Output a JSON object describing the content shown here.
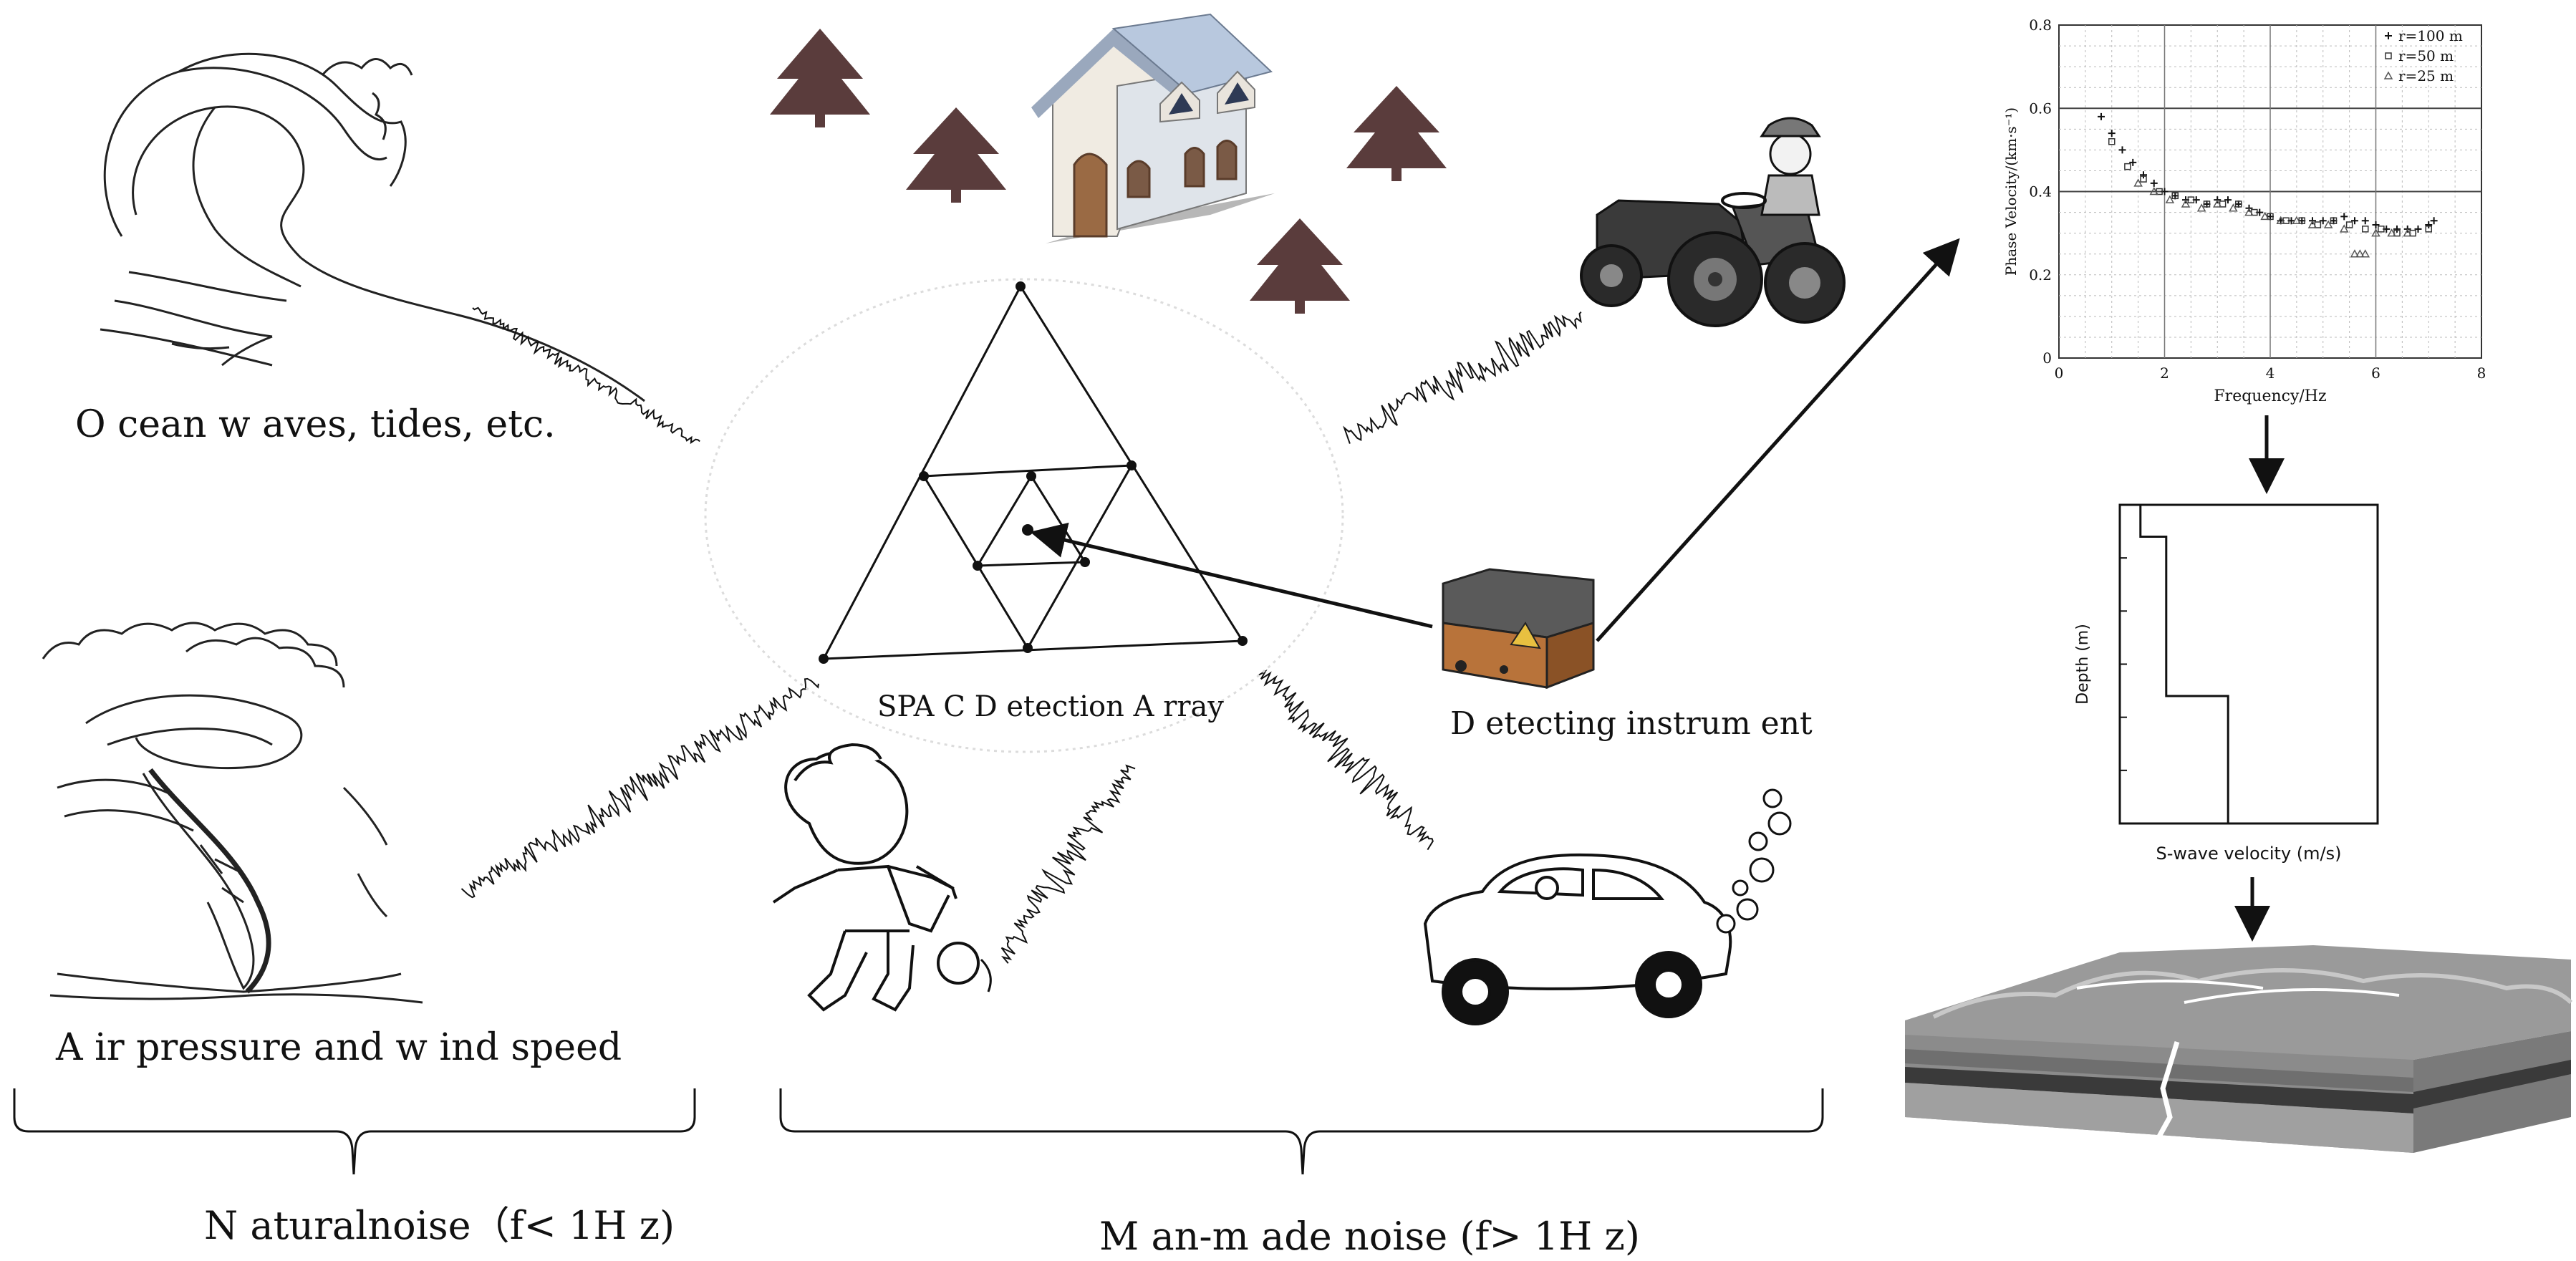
{
  "labels": {
    "ocean": "O cean w aves, tides, etc.",
    "air": "A ir pressure and w ind speed",
    "spac": "SPA C D etection A rray",
    "instrument": "D etecting instrum ent",
    "natural": "N aturalnoise（f< 1H z)",
    "manmade": "M an-m ade noise (f> 1H z)"
  },
  "phase_chart": {
    "xlabel": "Frequency/Hz",
    "ylabel": "Phase Velocity/(km·s⁻¹)",
    "xticks": [
      "0",
      "2",
      "4",
      "6",
      "8"
    ],
    "yticks": [
      "0",
      "0.2",
      "0.4",
      "0.6",
      "0.8"
    ],
    "legend": [
      "r=100 m",
      "r=50 m",
      "r=25 m"
    ]
  },
  "profile_chart": {
    "xlabel": "S-wave velocity (m/s)",
    "ylabel": "Depth (m)"
  },
  "chart_data": [
    {
      "type": "scatter",
      "xlabel": "Frequency/Hz",
      "ylabel": "Phase Velocity/(km·s⁻¹)",
      "xlim": [
        0,
        8
      ],
      "ylim": [
        0,
        0.8
      ],
      "grid": true,
      "legend_position": "top-right",
      "series": [
        {
          "name": "r=100 m",
          "marker": "+",
          "x": [
            0.8,
            1.0,
            1.2,
            1.4,
            1.6,
            1.8,
            2.0,
            2.2,
            2.4,
            2.6,
            2.8,
            3.0,
            3.2,
            3.4,
            3.6,
            3.8,
            4.0,
            4.2,
            4.4,
            4.6,
            4.8,
            5.0,
            5.2,
            5.4,
            5.6,
            5.8,
            6.0,
            6.2,
            6.4,
            6.6,
            6.8,
            7.0,
            7.1
          ],
          "y": [
            0.58,
            0.54,
            0.5,
            0.47,
            0.44,
            0.42,
            0.4,
            0.39,
            0.38,
            0.38,
            0.37,
            0.38,
            0.38,
            0.37,
            0.36,
            0.35,
            0.34,
            0.33,
            0.33,
            0.33,
            0.33,
            0.33,
            0.33,
            0.34,
            0.33,
            0.33,
            0.32,
            0.31,
            0.31,
            0.31,
            0.31,
            0.32,
            0.33
          ]
        },
        {
          "name": "r=50 m",
          "marker": "square",
          "x": [
            1.0,
            1.3,
            1.6,
            1.9,
            2.2,
            2.5,
            2.8,
            3.1,
            3.4,
            3.7,
            4.0,
            4.3,
            4.6,
            4.9,
            5.2,
            5.5,
            5.8,
            6.1,
            6.4,
            6.7,
            7.0
          ],
          "y": [
            0.52,
            0.46,
            0.43,
            0.4,
            0.39,
            0.38,
            0.37,
            0.37,
            0.37,
            0.35,
            0.34,
            0.33,
            0.33,
            0.32,
            0.33,
            0.32,
            0.31,
            0.31,
            0.3,
            0.3,
            0.31
          ]
        },
        {
          "name": "r=25 m",
          "marker": "triangle",
          "x": [
            1.5,
            1.8,
            2.1,
            2.4,
            2.7,
            3.0,
            3.3,
            3.6,
            3.9,
            4.2,
            4.5,
            4.8,
            5.1,
            5.4,
            5.6,
            5.7,
            5.8,
            6.0,
            6.3,
            6.6
          ],
          "y": [
            0.42,
            0.4,
            0.38,
            0.37,
            0.36,
            0.37,
            0.36,
            0.35,
            0.34,
            0.33,
            0.33,
            0.32,
            0.32,
            0.31,
            0.25,
            0.25,
            0.25,
            0.3,
            0.3,
            0.3
          ]
        }
      ]
    },
    {
      "type": "line",
      "xlabel": "S-wave velocity (m/s)",
      "ylabel": "Depth (m)",
      "profile": [
        [
          0.08,
          0
        ],
        [
          0.08,
          0.1
        ],
        [
          0.18,
          0.1
        ],
        [
          0.18,
          0.6
        ],
        [
          0.42,
          0.6
        ],
        [
          0.42,
          1.0
        ]
      ]
    }
  ]
}
